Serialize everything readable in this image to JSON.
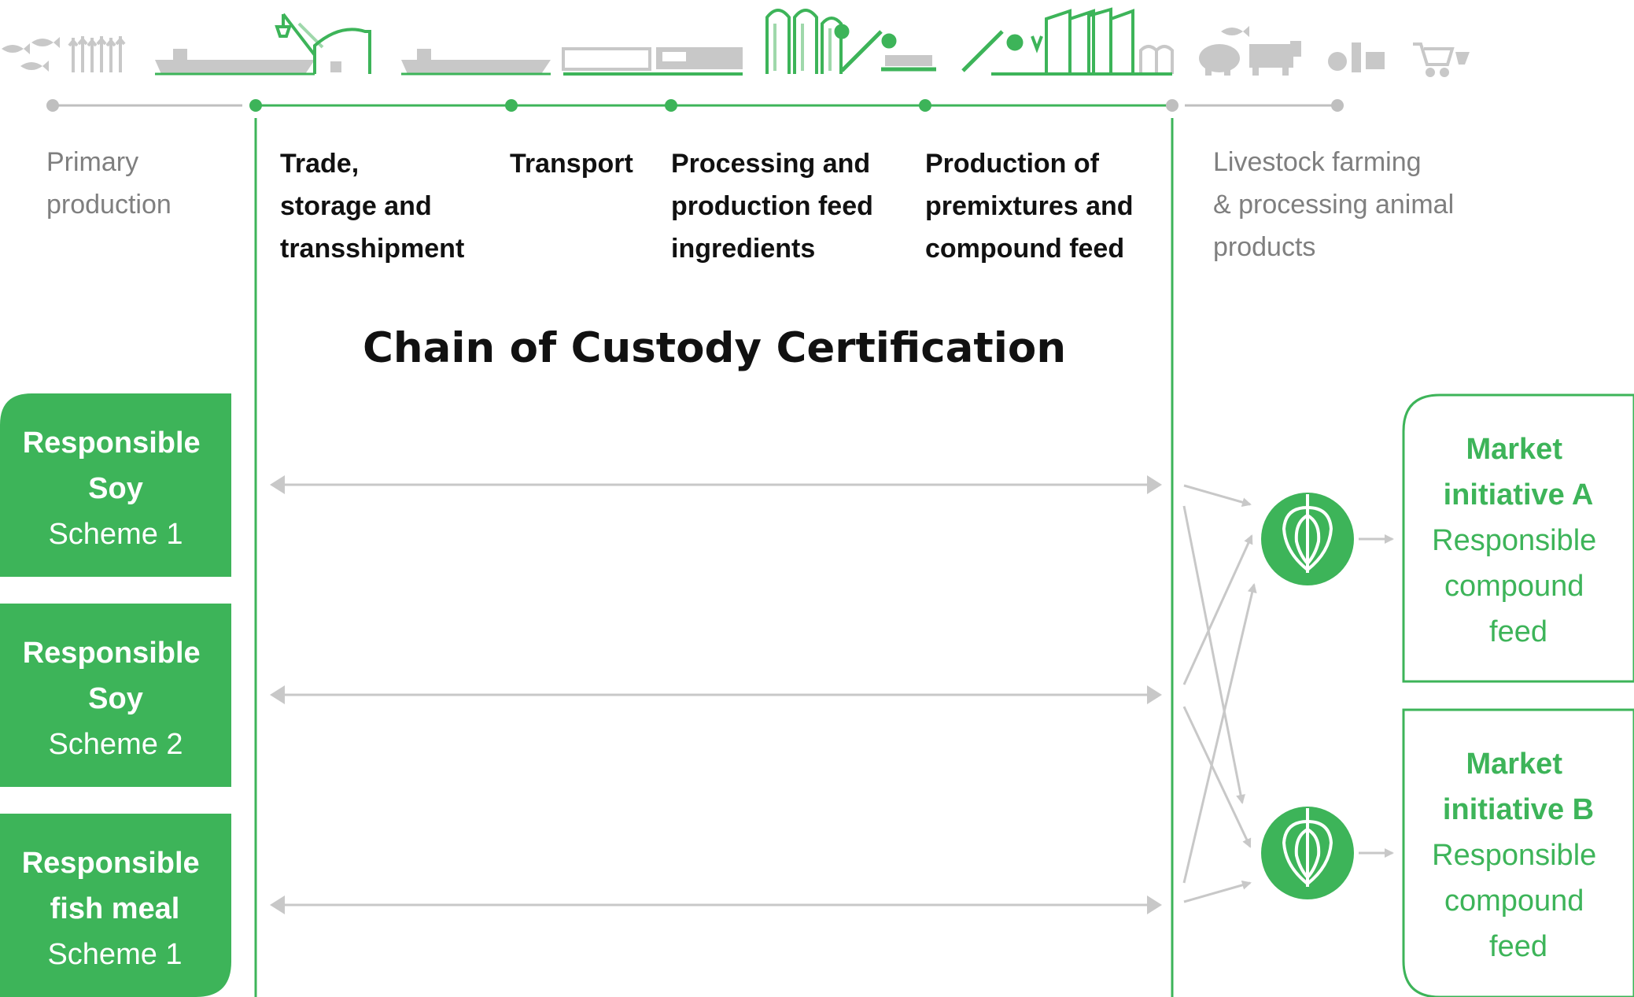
{
  "colors": {
    "green": "#3db459",
    "gray": "#bfbfbf",
    "dark_text": "#111111",
    "gray_text": "#7f7f7f"
  },
  "icons": {
    "primary": [
      "fish-icon",
      "wheat-icon"
    ],
    "trade": [
      "cargo-ship-icon",
      "crane-icon",
      "warehouse-icon"
    ],
    "transport": [
      "cargo-ship-icon",
      "train-icon"
    ],
    "processing": [
      "silo-icon",
      "conveyor-icon"
    ],
    "production": [
      "conveyor-icon",
      "factory-icon"
    ],
    "livestock": [
      "pig-icon",
      "cow-icon",
      "fish-icon",
      "dairy-products-icon",
      "shopping-cart-icon"
    ]
  },
  "stages": {
    "primary": [
      "Primary",
      "production"
    ],
    "trade": [
      "Trade,",
      "storage and",
      "transshipment"
    ],
    "transport": [
      "Transport"
    ],
    "processing": [
      "Processing and",
      "production feed",
      "ingredients"
    ],
    "production": [
      "Production of",
      "premixtures and",
      "compound feed"
    ],
    "livestock": [
      "Livestock farming",
      "& processing animal",
      "products"
    ]
  },
  "title": "Chain of Custody Certification",
  "schemes": [
    {
      "name": [
        "Responsible",
        "Soy"
      ],
      "sub": "Scheme 1"
    },
    {
      "name": [
        "Responsible",
        "Soy"
      ],
      "sub": "Scheme 2"
    },
    {
      "name": [
        "Responsible",
        "fish meal"
      ],
      "sub": "Scheme 1"
    }
  ],
  "hubs": [
    {
      "icon": "certification-shield-icon"
    },
    {
      "icon": "certification-shield-icon"
    }
  ],
  "markets": [
    {
      "name": [
        "Market",
        "initiative A"
      ],
      "sub": [
        "Responsible",
        "compound",
        "feed"
      ]
    },
    {
      "name": [
        "Market",
        "initiative B"
      ],
      "sub": [
        "Responsible",
        "compound",
        "feed"
      ]
    }
  ]
}
